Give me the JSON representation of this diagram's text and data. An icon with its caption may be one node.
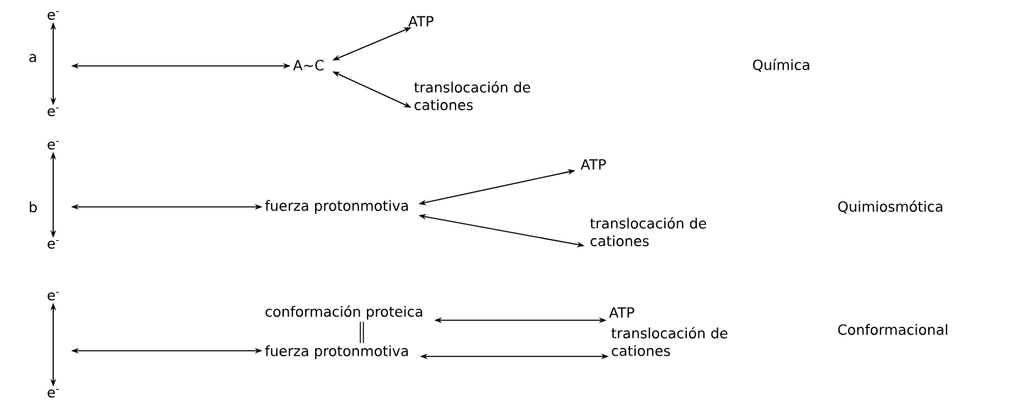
{
  "diagram": {
    "nodes": [
      {
        "text": [
          "e$^{-}$"
        ]
      },
      {
        "text": [
          "e$^{-}$"
        ]
      },
      {
        "text": [
          "A∼C"
        ]
      },
      {
        "text": [
          "ATP"
        ]
      },
      {
        "text": [
          "translocación de cationes"
        ]
      },
      {
        "text": [
          "e$^{-}$"
        ]
      },
      {
        "text": [
          "e$^{-}$"
        ]
      },
      {
        "text": [
          "fuerza protonmotiva"
        ]
      },
      {
        "text": [
          "ATP"
        ]
      },
      {
        "text": [
          "translocación de cationes"
        ]
      },
      {
        "text": [
          "e$^{-}$"
        ]
      },
      {
        "text": [
          "e$^{-}$"
        ]
      },
      {
        "text": [
          "conformación proteica"
        ]
      },
      {
        "text": [
          "fuerza protonmotiva"
        ]
      },
      {
        "text": [
          "ATP"
        ]
      },
      {
        "text": [
          "translocación de cationes"
        ]
      }
    ],
    "edges": [
      {
        "from": 0,
        "to": 1,
        "arrow": "both"
      },
      {
        "from": null,
        "to": 2,
        "arrow": "both"
      },
      {
        "from": 2,
        "to": 3,
        "arrow": "both"
      },
      {
        "from": 2,
        "to": 4,
        "arrow": "both"
      },
      {
        "from": 5,
        "to": 6,
        "arrow": "both"
      },
      {
        "from": null,
        "to": 7,
        "arrow": "both"
      },
      {
        "from": 7,
        "to": 8,
        "arrow": "both"
      },
      {
        "from": 7,
        "to": 9,
        "arrow": "both"
      },
      {
        "from": 10,
        "to": 11,
        "arrow": "both"
      },
      {
        "from": null,
        "to": 13,
        "arrow": "both"
      },
      {
        "from": 12,
        "to": 13,
        "arrow": "none",
        "style": "thick"
      },
      {
        "from": 12,
        "to": 14,
        "arrow": "both"
      },
      {
        "from": 13,
        "to": 15,
        "arrow": "both"
      }
    ],
    "labels": [
      "a",
      "Química",
      "b",
      "Quimiosmótica",
      "Conformacional"
    ]
  }
}
